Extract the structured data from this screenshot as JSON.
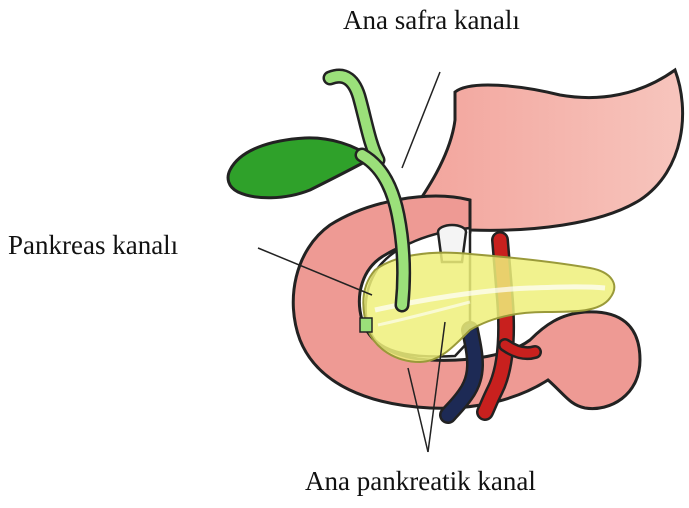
{
  "labels": {
    "common_bile_duct": "Ana safra kanalı",
    "pancreatic_duct": "Pankreas kanalı",
    "main_pancreatic_duct": "Ana pankreatik kanal"
  },
  "colors": {
    "stomach": "#f2a39b",
    "stomach_highlight": "#f8c9c2",
    "duodenum": "#ee9a94",
    "gallbladder": "#2fa12a",
    "bile_duct": "#9be07a",
    "pancreas": "#eef07a",
    "artery": "#c8201e",
    "vein": "#1d2a55",
    "outline": "#222222"
  }
}
